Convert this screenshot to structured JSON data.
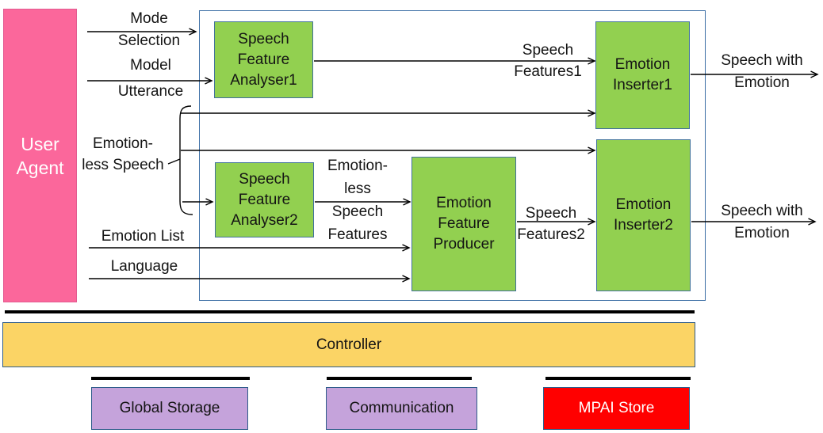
{
  "user_agent": {
    "label": "User\nAgent"
  },
  "modules": {
    "speech_feature_analyser1": "Speech\nFeature\nAnalyser1",
    "emotion_inserter1": "Emotion\nInserter1",
    "speech_feature_analyser2": "Speech\nFeature\nAnalyser2",
    "emotion_feature_producer": "Emotion\nFeature\nProducer",
    "emotion_inserter2": "Emotion\nInserter2"
  },
  "io_labels": {
    "mode_selection": "Mode\nSelection",
    "model_utterance": "Model\nUtterance",
    "emotionless_speech": "Emotion-\nless Speech",
    "emotion_list": "Emotion List",
    "language": "Language",
    "speech_features1": "Speech\nFeatures1",
    "emotionless_speech_features": "Emotion-\nless\nSpeech\nFeatures",
    "speech_features2": "Speech\nFeatures2",
    "speech_with_emotion_1": "Speech with\nEmotion",
    "speech_with_emotion_2": "Speech with\nEmotion"
  },
  "infrastructure": {
    "controller": "Controller",
    "global_storage": "Global Storage",
    "communication": "Communication",
    "mpai_store": "MPAI Store"
  },
  "colors": {
    "user_agent_fill": "#FB679B",
    "module_fill": "#92D050",
    "module_border": "#41719C",
    "controller_fill": "#FBD465",
    "storage_fill": "#C5A3DB",
    "mpai_store_fill": "#FF0000",
    "frame_border": "#3B6EA5",
    "connector": "#000000"
  }
}
